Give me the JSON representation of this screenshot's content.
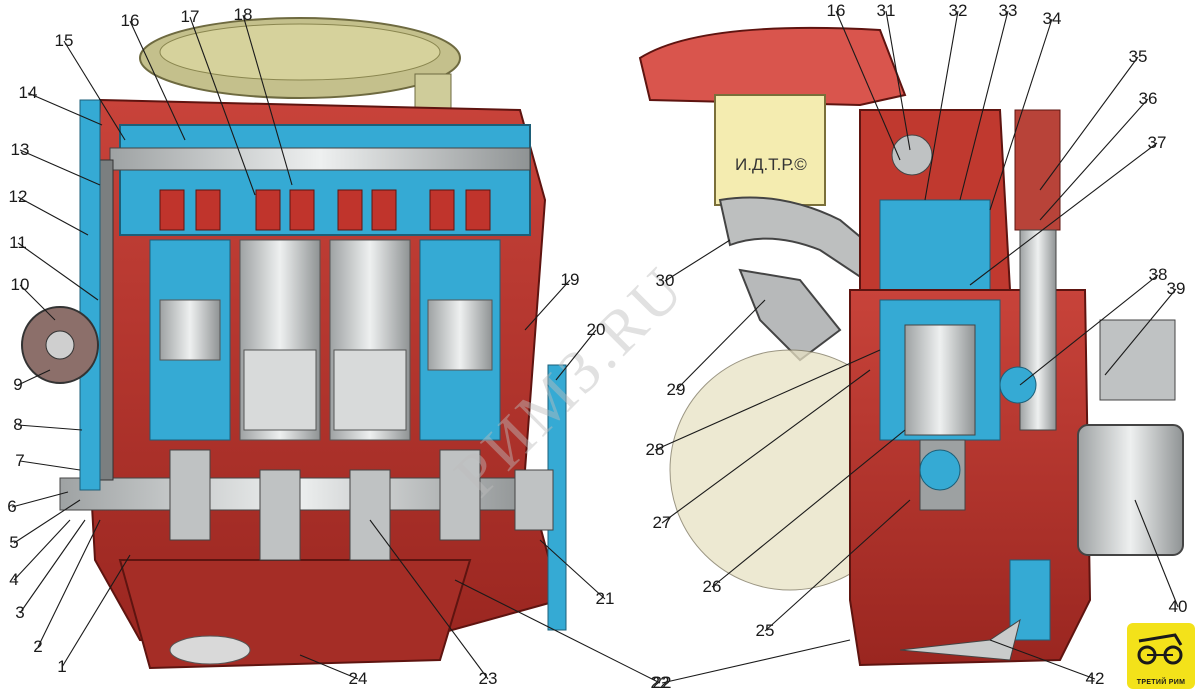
{
  "labels_left": [
    "1",
    "2",
    "3",
    "4",
    "5",
    "6",
    "7",
    "8",
    "9",
    "10",
    "11",
    "12",
    "13",
    "14",
    "15",
    "16",
    "17",
    "18",
    "19",
    "20",
    "21",
    "22",
    "23",
    "24"
  ],
  "labels_right": [
    "16",
    "25",
    "26",
    "27",
    "28",
    "29",
    "30",
    "31",
    "32",
    "33",
    "34",
    "35",
    "36",
    "37",
    "38",
    "39",
    "40",
    "42",
    "22"
  ],
  "stamp": "И.Д.Т.Р.©",
  "watermark": "РИМЗ.RU",
  "logo": {
    "caption": "ТРЕТИЙ РИМ",
    "icon": "cart-icon"
  },
  "colors": {
    "block_red": "#b8342c",
    "coolant_blue": "#35aad4",
    "steel_gray": "#c9cbcb",
    "stamp_yellow": "#f4ecb0",
    "logo_yellow": "#f3e21a"
  }
}
